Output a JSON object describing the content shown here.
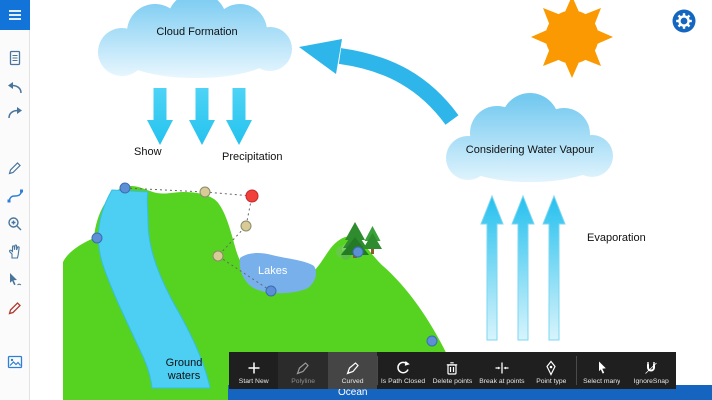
{
  "sidebar": {
    "items": [
      {
        "name": "menu"
      },
      {
        "name": "document"
      },
      {
        "name": "undo"
      },
      {
        "name": "redo"
      },
      {
        "name": "pencil"
      },
      {
        "name": "curve-tool"
      },
      {
        "name": "zoom"
      },
      {
        "name": "pan-hand"
      },
      {
        "name": "select-cursor"
      },
      {
        "name": "red-pen"
      },
      {
        "name": "image"
      }
    ]
  },
  "diagram": {
    "labels": {
      "cloud1": "Cloud Formation",
      "cloud2": "Considering Water Vapour",
      "show": "Show",
      "precipitation": "Precipitation",
      "evaporation": "Evaporation",
      "lakes": "Lakes",
      "ground_waters": "Ground waters",
      "ocean": "Ocean"
    }
  },
  "toolbar": {
    "buttons": [
      {
        "label": "Start New",
        "icon": "plus-icon",
        "state": "normal"
      },
      {
        "label": "Polyline",
        "icon": "polyline-pen-icon",
        "state": "dimmed"
      },
      {
        "label": "Curved",
        "icon": "curved-pen-icon",
        "state": "selected"
      },
      {
        "label": "Is Path Closed",
        "icon": "refresh-icon",
        "state": "normal"
      },
      {
        "label": "Delete points",
        "icon": "trash-icon",
        "state": "normal"
      },
      {
        "label": "Break at points",
        "icon": "break-icon",
        "state": "normal"
      },
      {
        "label": "Point type",
        "icon": "nib-icon",
        "state": "normal"
      },
      {
        "label": "Select many",
        "icon": "cursor-icon",
        "state": "normal"
      },
      {
        "label": "IgnoreSnap",
        "icon": "magnet-icon",
        "state": "normal"
      }
    ]
  },
  "colors": {
    "accent_blue": "#1273d8",
    "ocean_blue": "#1565c0",
    "arrow_cyan": "#3ecdf3",
    "big_arrow_blue": "#2eb6ea",
    "land_green": "#55d320",
    "lake_blue": "#78b0ec",
    "sun_orange": "#fb9902",
    "toolbar_dark": "#1f1f1f",
    "point_red": "#f0413c",
    "point_blue": "#5c8fd6",
    "point_tan": "#d9cb96"
  }
}
